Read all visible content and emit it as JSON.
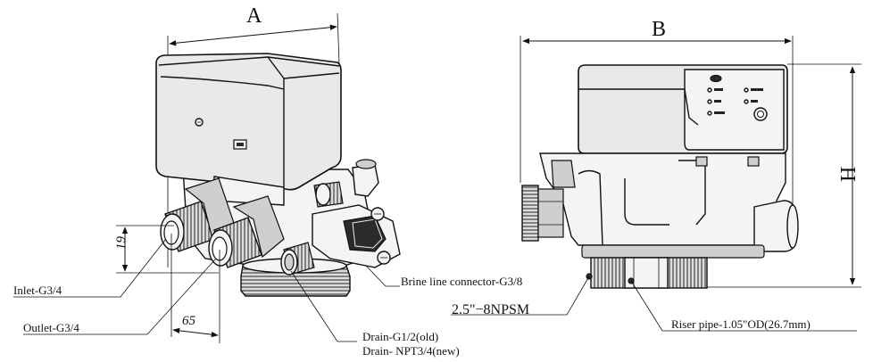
{
  "dimensions": {
    "a": "A",
    "b": "B",
    "h": "H",
    "d19": "19",
    "d65": "65"
  },
  "callouts": {
    "inlet": "Inlet-G3/4",
    "outlet": "Outlet-G3/4",
    "drain_old": "Drain-G1/2(old)",
    "drain_new": "Drain- NPT3/4(new)",
    "brine": "Brine line connector-G3/8",
    "thread": "2.5\"−8NPSM",
    "riser": "Riser pipe-1.05\"OD(26.7mm)"
  },
  "colors": {
    "line": "#111111",
    "body_fill": "#e9e9e9",
    "knob_fill": "#2b2b2b"
  },
  "icons": {
    "control_knob": "knob-icon",
    "panel_button": "button-ring-icon"
  }
}
